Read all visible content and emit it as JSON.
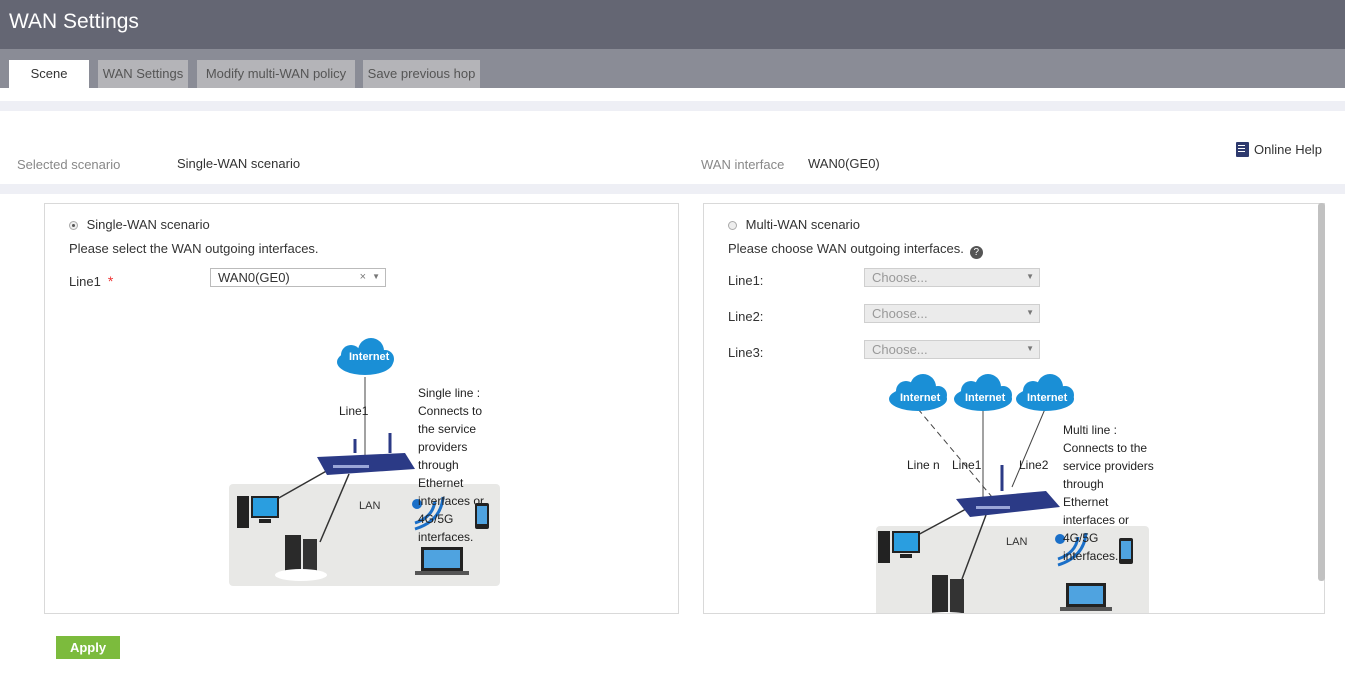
{
  "header": {
    "title": "WAN Settings"
  },
  "tabs": [
    {
      "label": "Scene"
    },
    {
      "label": "WAN Settings"
    },
    {
      "label": "Modify multi-WAN policy"
    },
    {
      "label": "Save previous hop"
    }
  ],
  "summary": {
    "selected_scenario_label": "Selected scenario",
    "selected_scenario_value": "Single-WAN scenario",
    "wan_interface_label": "WAN interface",
    "wan_interface_value": "WAN0(GE0)",
    "online_help": "Online Help"
  },
  "single_wan": {
    "radio_label": "Single-WAN scenario",
    "checked": true,
    "instruction": "Please select the WAN outgoing interfaces.",
    "line1_label": "Line1",
    "required_mark": "*",
    "line1_value": "WAN0(GE0)",
    "clear_glyph": "×",
    "diagram": {
      "cloud_label": "Internet",
      "line_label": "Line1",
      "lan_label": "LAN",
      "desc": [
        "Single line :",
        "Connects to",
        "the service",
        "providers",
        "through",
        "Ethernet",
        "interfaces or",
        "4G/5G",
        "interfaces."
      ]
    }
  },
  "multi_wan": {
    "radio_label": "Multi-WAN scenario",
    "checked": false,
    "instruction": "Please choose WAN outgoing interfaces.",
    "help_glyph": "?",
    "lines": [
      {
        "label": "Line1:",
        "placeholder": "Choose..."
      },
      {
        "label": "Line2:",
        "placeholder": "Choose..."
      },
      {
        "label": "Line3:",
        "placeholder": "Choose..."
      }
    ],
    "diagram": {
      "cloud_labels": [
        "Internet",
        "Internet",
        "Internet"
      ],
      "line_labels": [
        "Line n",
        "Line1",
        "Line2"
      ],
      "lan_label": "LAN",
      "desc": [
        "Multi line :",
        "Connects to the",
        "service providers",
        "through",
        "Ethernet",
        "interfaces or",
        "4G/5G",
        "interfaces."
      ]
    }
  },
  "actions": {
    "apply": "Apply"
  },
  "colors": {
    "titlebar": "#646673",
    "tabstrip": "#8a8c96",
    "apply_button": "#7cbb3d",
    "cloud": "#1a8fd6",
    "router": "#2b3a86",
    "wifi": "#1a6fc8",
    "required": "#e33333"
  },
  "icons": [
    "book-icon",
    "help-circle-icon",
    "chevron-down-icon",
    "clear-icon",
    "cloud-icon",
    "router-icon",
    "desktop-icon",
    "server-icon",
    "wifi-icon",
    "phone-icon",
    "laptop-icon"
  ]
}
